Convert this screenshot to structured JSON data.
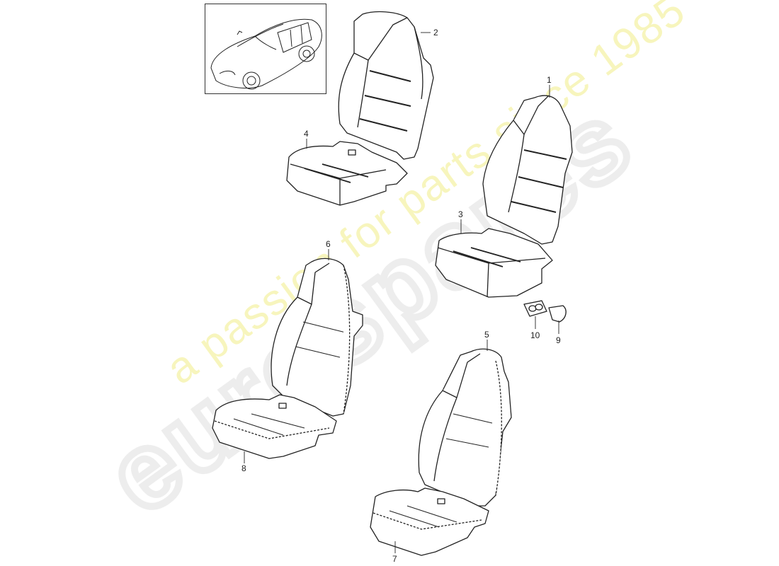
{
  "diagram": {
    "type": "exploded parts diagram",
    "subject": "Seat covers / upholstery assembly",
    "thumbnail": {
      "icon": "car-icon",
      "description": "Vehicle overview sketch"
    },
    "callouts": [
      {
        "id": "1",
        "label": "1",
        "part": "seat backrest cover (right group)"
      },
      {
        "id": "2",
        "label": "2",
        "part": "seat backrest cover (top group)"
      },
      {
        "id": "3",
        "label": "3",
        "part": "seat cushion cover (right group)"
      },
      {
        "id": "4",
        "label": "4",
        "part": "seat cushion cover (top group)"
      },
      {
        "id": "5",
        "label": "5",
        "part": "seat backrest cover (bottom group)"
      },
      {
        "id": "6",
        "label": "6",
        "part": "seat backrest cover (left group)"
      },
      {
        "id": "7",
        "label": "7",
        "part": "seat cushion cover (bottom group)"
      },
      {
        "id": "8",
        "label": "8",
        "part": "seat cushion cover (left group)"
      },
      {
        "id": "9",
        "label": "9",
        "part": "cap"
      },
      {
        "id": "10",
        "label": "10",
        "part": "trim / switch bezel"
      }
    ]
  },
  "watermark": {
    "brand": "eurospares",
    "tagline": "a passion for parts since 1985",
    "colors": {
      "brand": "#ececec",
      "tagline": "#f6f4b2"
    }
  }
}
